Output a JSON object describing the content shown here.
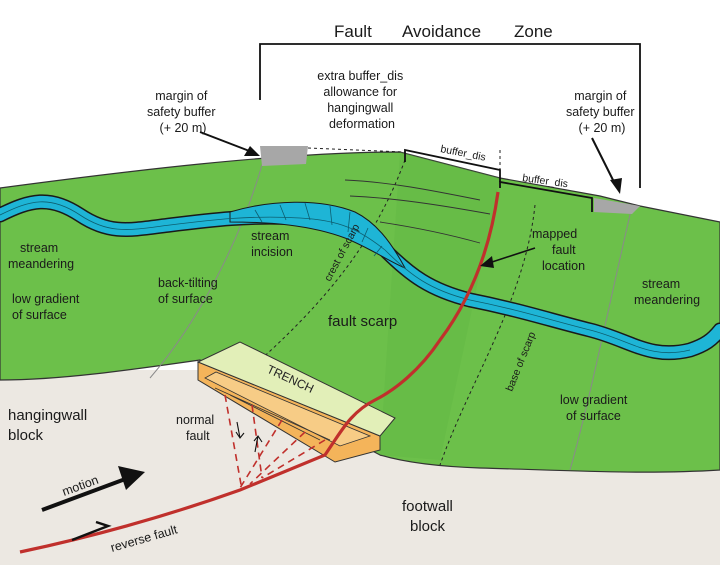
{
  "header": {
    "word1": "Fault",
    "word2": "Avoidance",
    "word3": "Zone"
  },
  "labels": {
    "margin_left": [
      "margin of",
      "safety buffer",
      "(+ 20 m)"
    ],
    "margin_right": [
      "margin of",
      "safety buffer",
      "(+ 20 m)"
    ],
    "extra_buffer": [
      "extra buffer_dis",
      "allowance for",
      "hangingwall",
      "deformation"
    ],
    "buffer_dis_1": "buffer_dis",
    "buffer_dis_2": "buffer_dis",
    "crest_of_scarp": "crest  of  scarp",
    "mapped_fault": [
      "mapped",
      "fault",
      "location"
    ],
    "stream_meandering_left": [
      "stream",
      "meandering"
    ],
    "low_gradient_left": [
      "low gradient",
      "of surface"
    ],
    "back_tilting": [
      "back-tilting",
      "of surface"
    ],
    "stream_incision": [
      "stream",
      "incision"
    ],
    "fault_scarp": "fault scarp",
    "stream_meandering_right": [
      "stream",
      "meandering"
    ],
    "base_of_scarp": "base of scarp",
    "low_gradient_right": [
      "low gradient",
      "of surface"
    ],
    "trench": "TRENCH",
    "hangingwall": [
      "hangingwall",
      "block"
    ],
    "normal_fault": [
      "normal",
      "fault"
    ],
    "motion": "motion",
    "reverse_fault": "reverse fault",
    "footwall": [
      "footwall",
      "block"
    ]
  },
  "colors": {
    "green": "#6cc04a",
    "stream": "#1eb5d6",
    "fault": "#c0302c",
    "ground": "#ece8e2",
    "trench_top": "#e2efb8",
    "trench_side": "#f4b45a",
    "buffer_gray": "#a7a7a7"
  }
}
